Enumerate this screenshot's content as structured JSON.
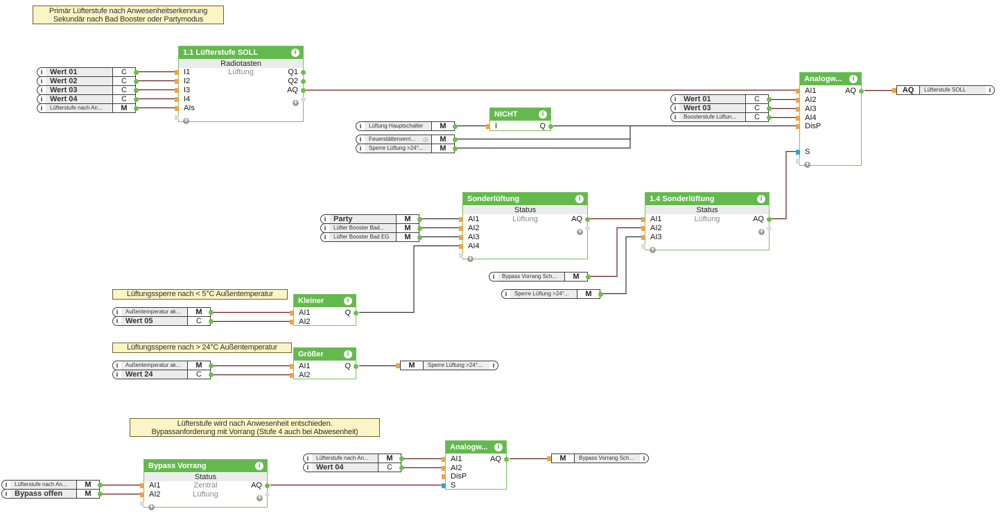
{
  "theme": {
    "block_header": "#64b94e",
    "block_border": "#74c25c",
    "wire_signal": "#6a1b1b",
    "wire_digital": "#2f2f2f",
    "input_connector": "#f2a33a",
    "reset_connector": "#2aa6d5",
    "output_connector": "#6abf4b",
    "note_fill": "#fbf4c4"
  },
  "notes": [
    {
      "lines": [
        "Primär Lüfterstufe nach Anwesenheitserkennung",
        "Sekundär nach Bad Booster oder Partymodus"
      ]
    },
    {
      "lines": [
        "Lüftungssperre nach < 5°C Außentemperatur"
      ]
    },
    {
      "lines": [
        "Lüftungssperre nach > 24°C Außentemperatur"
      ]
    },
    {
      "lines": [
        "Lüfterstufe wird nach Anwesenheit entschieden.",
        "Bypassanforderung mit Vorrang (Stufe 4 auch bei Abwesenheit)"
      ]
    }
  ],
  "icons": {
    "info": "i",
    "add": "+",
    "link": "◎"
  },
  "blocks": {
    "soll": {
      "title": "1.1 Lüfterstufe SOLL",
      "subtitle": "Radiotasten",
      "captions": [
        "Lüftung"
      ],
      "inputs": [
        "I1",
        "I2",
        "I3",
        "I4",
        "AIs"
      ],
      "outputs": [
        "Q1",
        "Q2",
        "AQ"
      ]
    },
    "analogw1": {
      "title": "Analogw...",
      "inputs": [
        "AI1",
        "AI2",
        "AI3",
        "AI4",
        "DisP",
        "S"
      ],
      "outputs": [
        "AQ"
      ]
    },
    "nicht": {
      "title": "NICHT",
      "inputs": [
        "I"
      ],
      "outputs": [
        "Q"
      ]
    },
    "sonder": {
      "title": "Sonderlüftung",
      "subtitle": "Status",
      "captions": [
        "Lüftung"
      ],
      "inputs": [
        "AI1",
        "AI2",
        "AI3",
        "AI4"
      ],
      "outputs": [
        "AQ"
      ]
    },
    "sonder14": {
      "title": "1.4 Sonderlüftung",
      "subtitle": "Status",
      "captions": [
        "Lüftung"
      ],
      "inputs": [
        "AI1",
        "AI2",
        "AI3"
      ],
      "outputs": [
        "AQ"
      ]
    },
    "kleiner": {
      "title": "Kleiner",
      "inputs": [
        "AI1",
        "AI2"
      ],
      "outputs": [
        "Q"
      ]
    },
    "groesser": {
      "title": "Größer",
      "inputs": [
        "AI1",
        "AI2"
      ],
      "outputs": [
        "Q"
      ]
    },
    "bypass": {
      "title": "Bypass Vorrang",
      "subtitle": "Status",
      "captions": [
        "Zentral",
        "Lüftung"
      ],
      "inputs": [
        "AI1",
        "AI2"
      ],
      "outputs": [
        "AQ"
      ]
    },
    "analogw2": {
      "title": "Analogw...",
      "inputs": [
        "AI1",
        "AI2",
        "DisP",
        "S"
      ],
      "outputs": [
        "AQ"
      ]
    }
  },
  "refs": {
    "soll_in": [
      {
        "label": "Wert 01",
        "type": "C"
      },
      {
        "label": "Wert 02",
        "type": "C"
      },
      {
        "label": "Wert 03",
        "type": "C"
      },
      {
        "label": "Wert 04",
        "type": "C"
      },
      {
        "label": "Lüfterstufe nach An...",
        "type": "M"
      }
    ],
    "analogw1_in": [
      {
        "label": "Wert 01",
        "type": "C"
      },
      {
        "label": "Wert 03",
        "type": "C"
      },
      {
        "label": "Boosterstufe Lüftun...",
        "type": "C"
      }
    ],
    "analogw1_out": {
      "type": "AQ",
      "label": "Lüfterstufe SOLL"
    },
    "nicht_in": [
      {
        "label": "Lüftung Hauptschalter",
        "type": "M"
      },
      {
        "label": "Feuerstättenverri...",
        "type": "M"
      },
      {
        "label": "Sperre Lüftung >24°...",
        "type": "M"
      }
    ],
    "sonder_in": [
      {
        "label": "Party",
        "type": "M"
      },
      {
        "label": "Lüfter Booster Bad...",
        "type": "M"
      },
      {
        "label": "Lüfter Booster Bad EG",
        "type": "M"
      }
    ],
    "sonder14_in": [
      {
        "label": "Bypass Vorrang Sch...",
        "type": "M"
      },
      {
        "label": "Sperre Lüftung >24°...",
        "type": "M"
      }
    ],
    "kleiner_in": [
      {
        "label": "Außentemperatur ak...",
        "type": "M"
      },
      {
        "label": "Wert 05",
        "type": "C"
      }
    ],
    "groesser_in": [
      {
        "label": "Außentemperatur ak...",
        "type": "M"
      },
      {
        "label": "Wert 24",
        "type": "C"
      }
    ],
    "groesser_out": {
      "type": "M",
      "label": "Sperre Lüftung >24°..."
    },
    "bypass_in": [
      {
        "label": "Lüfterstufe nach An...",
        "type": "M"
      },
      {
        "label": "Bypass offen",
        "type": "M"
      }
    ],
    "analogw2_in": [
      {
        "label": "Lüfterstufe nach An...",
        "type": "M"
      },
      {
        "label": "Wert 04",
        "type": "C"
      }
    ],
    "analogw2_out": {
      "type": "M",
      "label": "Bypass Vorrang Sch..."
    }
  }
}
